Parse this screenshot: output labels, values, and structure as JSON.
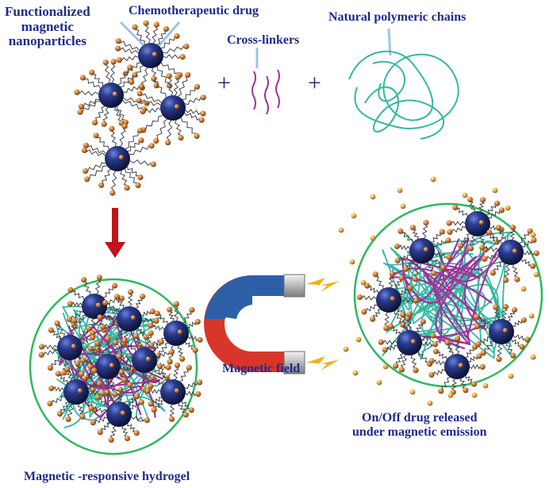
{
  "labels": {
    "functionalized": [
      "Functionalized",
      "magnetic",
      "nanoparticles"
    ],
    "drug": "Chemotherapeutic drug",
    "crosslinkers": "Cross-linkers",
    "polymer": "Natural polymeric chains",
    "plus": "+",
    "field": "Magnetic field",
    "released": [
      "On/Off drug released",
      "under magnetic emission"
    ],
    "hydrogel": "Magnetic -responsive hydrogel"
  },
  "colors": {
    "text": "#1f2a8c",
    "sphere": "#1b2a6b",
    "drug_bead": "#c8772e",
    "released_bead": "#e0a93a",
    "polymer": "#35b7a4",
    "crosslinker": "#a0339a",
    "gel_boundary": "#2eb85e",
    "arrow": "#c0131a",
    "magnet_red": "#d8362a",
    "magnet_blue": "#2d5fa8",
    "spark": "#f2b01e"
  }
}
